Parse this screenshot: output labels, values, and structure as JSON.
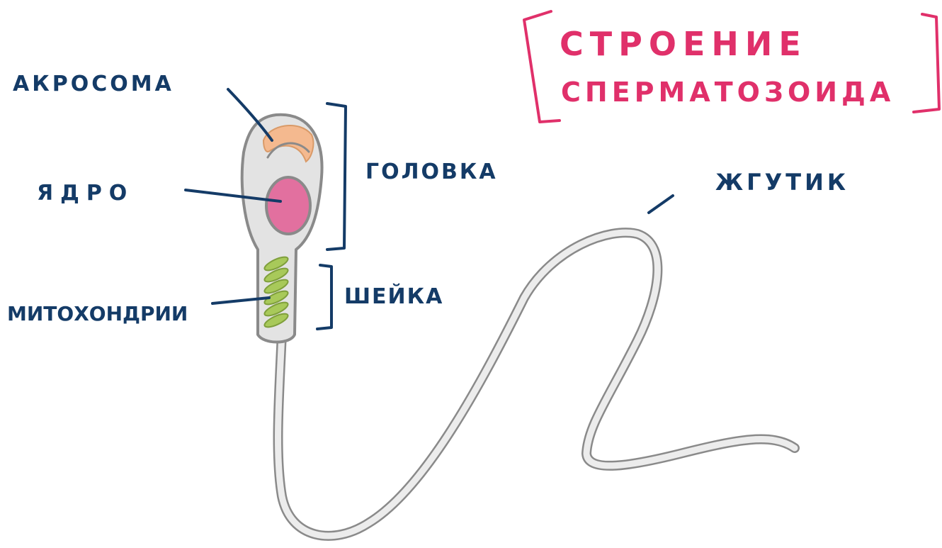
{
  "title": {
    "line1": "СТРОЕНИЕ",
    "line2": "СПЕРМАТОЗОИДА"
  },
  "labels": {
    "acrosome": "АКРОСОМА",
    "nucleus": "ЯДРО",
    "head": "ГОЛОВКА",
    "flagellum": "ЖГУТИК",
    "mitochondria": "МИТОХОНДРИИ",
    "neck": "ШЕЙКА"
  },
  "colors": {
    "ink": "#143b67",
    "title": "#e0306a",
    "body_fill": "#e3e3e3",
    "body_outline": "#8a8a8a",
    "acrosome": "#f4b98f",
    "nucleus": "#e2709f",
    "mitochondria": "#a8c95a"
  }
}
